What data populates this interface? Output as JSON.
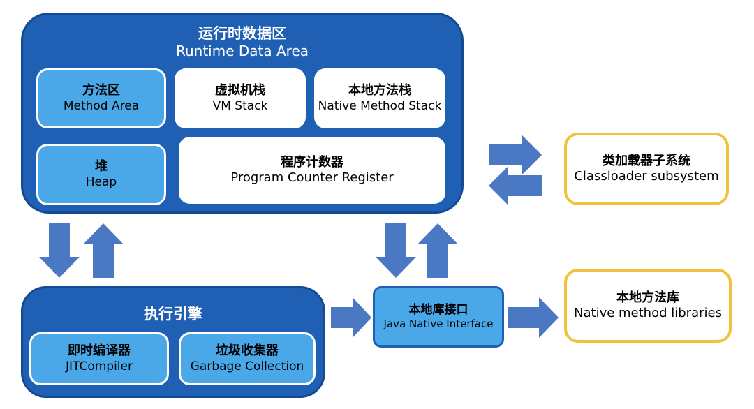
{
  "runtime_data_area": {
    "title_zh": "运行时数据区",
    "title_en": "Runtime Data Area"
  },
  "method_area": {
    "zh": "方法区",
    "en": "Method Area"
  },
  "vm_stack": {
    "zh": "虚拟机栈",
    "en": "VM Stack"
  },
  "native_method_stack": {
    "zh": "本地方法栈",
    "en": "Native Method Stack"
  },
  "heap": {
    "zh": "堆",
    "en": "Heap"
  },
  "pc_register": {
    "zh": "程序计数器",
    "en": "Program Counter Register"
  },
  "execution_engine": {
    "title_zh": "执行引擎"
  },
  "jit_compiler": {
    "zh": "即时编译器",
    "en": "JITCompiler"
  },
  "garbage_collection": {
    "zh": "垃圾收集器",
    "en": "Garbage Collection"
  },
  "jni": {
    "zh": "本地库接口",
    "en": "Java Native Interface"
  },
  "classloader": {
    "zh": "类加载器子系统",
    "en": "Classloader subsystem"
  },
  "native_libraries": {
    "zh": "本地方法库",
    "en": "Native method libraries"
  },
  "colors": {
    "dark_blue": "#1f5fb4",
    "light_blue": "#4aa8e8",
    "arrow_blue": "#4a78c2",
    "yellow_border": "#f4c03f"
  }
}
